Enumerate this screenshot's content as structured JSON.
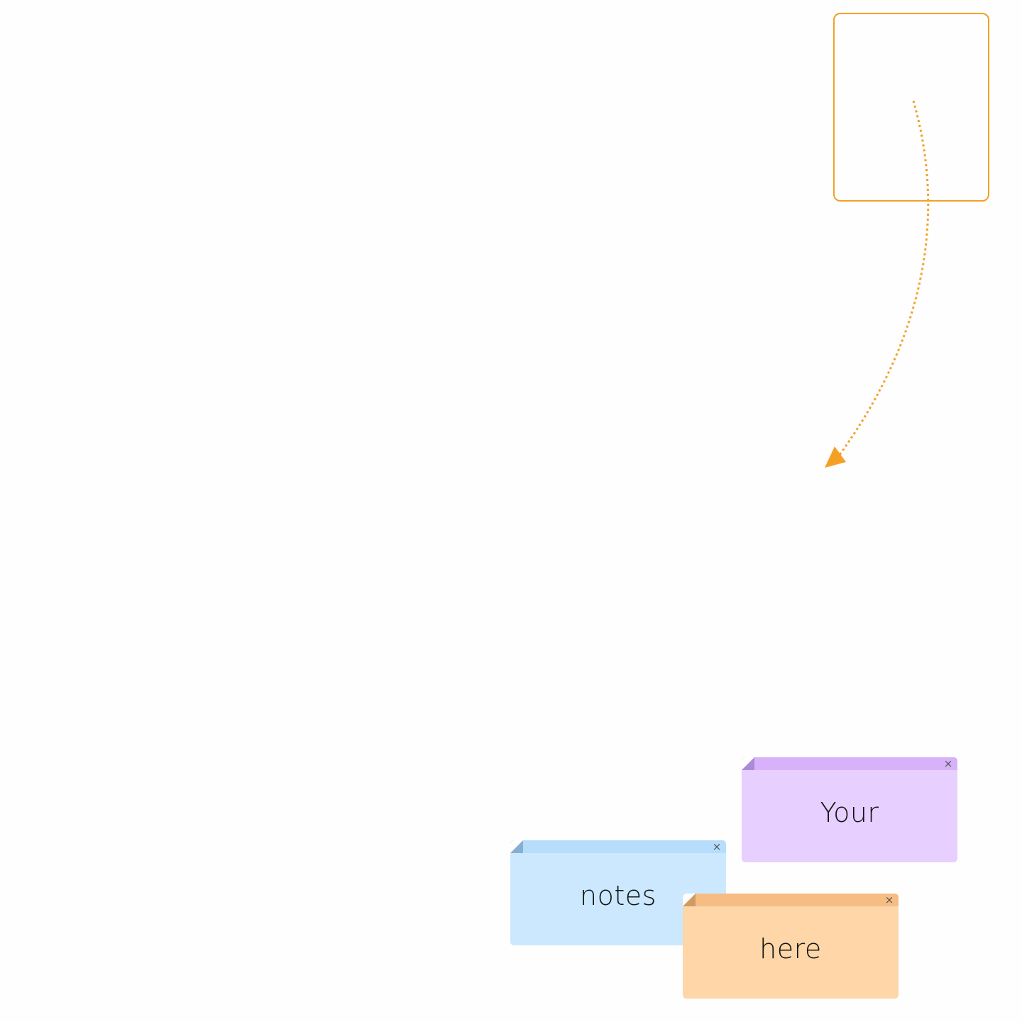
{
  "canvas": {
    "background": "#fefefe"
  },
  "connector": {
    "color": "#f4a024",
    "style": "dotted",
    "arrowhead": "filled-triangle"
  },
  "notes": [
    {
      "text": "Your",
      "close_icon": "×",
      "color": "#e7cfff",
      "bar_color": "#d7b2fb"
    },
    {
      "text": "notes",
      "close_icon": "×",
      "color": "#cce8fe",
      "bar_color": "#b6ddfb"
    },
    {
      "text": "here",
      "close_icon": "×",
      "color": "#fed6a8",
      "bar_color": "#f5bd84"
    }
  ]
}
